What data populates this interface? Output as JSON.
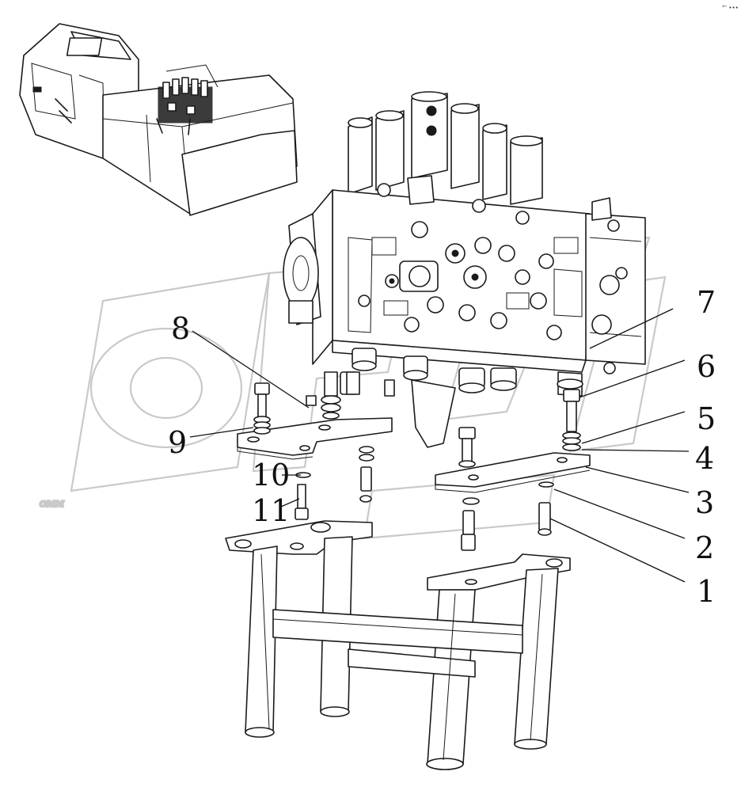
{
  "corner_mark": "°″ •••",
  "watermark": "OMM",
  "callouts": [
    {
      "label": "1"
    },
    {
      "label": "2"
    },
    {
      "label": "3"
    },
    {
      "label": "4"
    },
    {
      "label": "5"
    },
    {
      "label": "6"
    },
    {
      "label": "7"
    },
    {
      "label": "8"
    },
    {
      "label": "9"
    },
    {
      "label": "10"
    },
    {
      "label": "11"
    }
  ]
}
